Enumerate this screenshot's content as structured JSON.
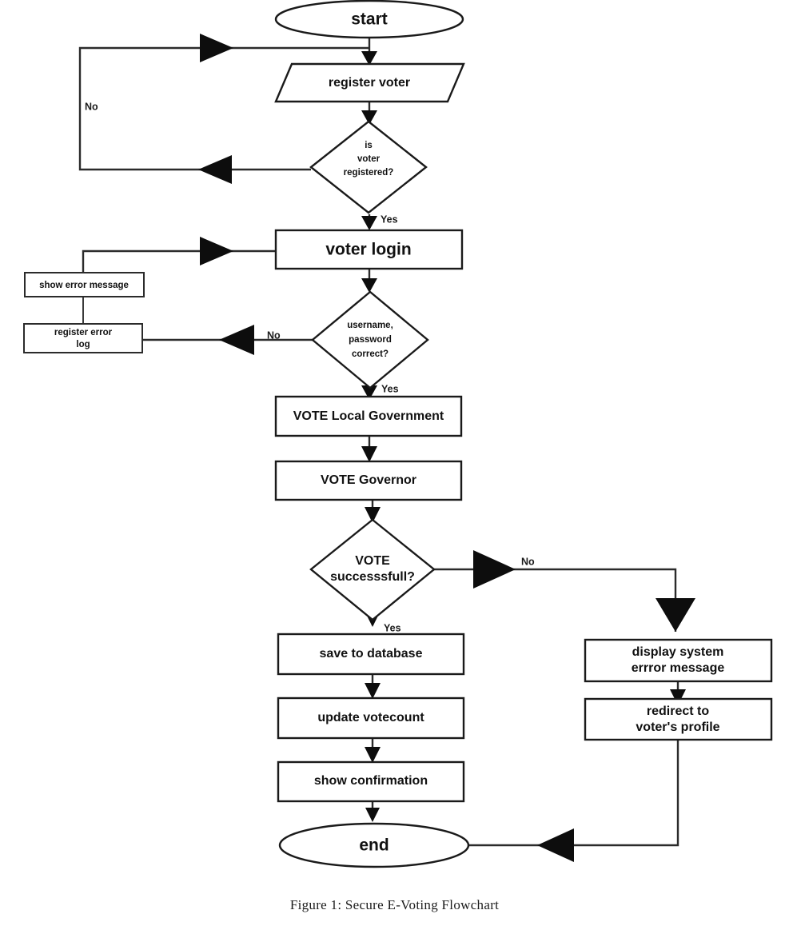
{
  "figure": {
    "caption": "Figure 1:  Secure E-Voting Flowchart"
  },
  "chart_data": {
    "type": "diagram",
    "diagram_type": "flowchart",
    "title": "Secure E-Voting Flowchart",
    "orientation": "top-to-bottom",
    "nodes": [
      {
        "id": "start",
        "label": "start",
        "shape": "ellipse"
      },
      {
        "id": "register_voter",
        "label": "register voter",
        "shape": "parallelogram"
      },
      {
        "id": "is_registered",
        "label": "is voter registered?",
        "shape": "diamond"
      },
      {
        "id": "voter_login",
        "label": "voter login",
        "shape": "rectangle"
      },
      {
        "id": "creds_correct",
        "label": "username, password correct?",
        "shape": "diamond"
      },
      {
        "id": "register_error_log",
        "label": "register error log",
        "shape": "rectangle"
      },
      {
        "id": "show_error_message",
        "label": "show error message",
        "shape": "rectangle"
      },
      {
        "id": "vote_local_government",
        "label": "VOTE Local Government",
        "shape": "rectangle"
      },
      {
        "id": "vote_governor",
        "label": "VOTE Governor",
        "shape": "rectangle"
      },
      {
        "id": "vote_successful",
        "label": "VOTE successsfull?",
        "shape": "diamond"
      },
      {
        "id": "save_to_database",
        "label": "save to database",
        "shape": "rectangle"
      },
      {
        "id": "update_votecount",
        "label": "update votecount",
        "shape": "rectangle"
      },
      {
        "id": "show_confirmation",
        "label": "show confirmation",
        "shape": "rectangle"
      },
      {
        "id": "display_system_error",
        "label": "display system errror message",
        "shape": "rectangle"
      },
      {
        "id": "redirect_profile",
        "label": "redirect to voter's profile",
        "shape": "rectangle"
      },
      {
        "id": "end",
        "label": "end",
        "shape": "ellipse"
      }
    ],
    "edges": [
      {
        "from": "start",
        "to": "register_voter",
        "label": ""
      },
      {
        "from": "register_voter",
        "to": "is_registered",
        "label": ""
      },
      {
        "from": "is_registered",
        "to": "voter_login",
        "label": "Yes"
      },
      {
        "from": "is_registered",
        "to": "register_voter",
        "label": "No"
      },
      {
        "from": "voter_login",
        "to": "creds_correct",
        "label": ""
      },
      {
        "from": "creds_correct",
        "to": "vote_local_government",
        "label": "Yes"
      },
      {
        "from": "creds_correct",
        "to": "register_error_log",
        "label": "No"
      },
      {
        "from": "register_error_log",
        "to": "show_error_message",
        "label": ""
      },
      {
        "from": "show_error_message",
        "to": "voter_login",
        "label": ""
      },
      {
        "from": "vote_local_government",
        "to": "vote_governor",
        "label": ""
      },
      {
        "from": "vote_governor",
        "to": "vote_successful",
        "label": ""
      },
      {
        "from": "vote_successful",
        "to": "save_to_database",
        "label": "Yes"
      },
      {
        "from": "vote_successful",
        "to": "display_system_error",
        "label": "No"
      },
      {
        "from": "save_to_database",
        "to": "update_votecount",
        "label": ""
      },
      {
        "from": "update_votecount",
        "to": "show_confirmation",
        "label": ""
      },
      {
        "from": "show_confirmation",
        "to": "end",
        "label": ""
      },
      {
        "from": "display_system_error",
        "to": "redirect_profile",
        "label": ""
      },
      {
        "from": "redirect_profile",
        "to": "end",
        "label": ""
      }
    ],
    "colors": {
      "shape_fill": "#ffffff",
      "shape_stroke": "#1a1a1a",
      "connector": "#2b2b2b",
      "arrowhead": "#0d0d0d",
      "text": "#111111",
      "background": "#ffffff"
    }
  },
  "nodes": {
    "start": {
      "label": "start"
    },
    "register_voter": {
      "label": "register voter"
    },
    "is_registered": {
      "line1": "is",
      "line2": "voter",
      "line3": "registered?"
    },
    "voter_login": {
      "label": "voter login"
    },
    "creds_correct": {
      "line1": "username,",
      "line2": "password",
      "line3": "correct?"
    },
    "show_error_message": {
      "label": "show error message"
    },
    "register_error_log": {
      "line1": "register error",
      "line2": "log"
    },
    "vote_local_government": {
      "label": "VOTE Local Government"
    },
    "vote_governor": {
      "label": "VOTE Governor"
    },
    "vote_successful": {
      "line1": "VOTE",
      "line2": "successsfull?"
    },
    "save_to_database": {
      "label": "save to database"
    },
    "update_votecount": {
      "label": "update votecount"
    },
    "show_confirmation": {
      "label": "show confirmation"
    },
    "display_system_error": {
      "line1": "display system",
      "line2": "errror message"
    },
    "redirect_profile": {
      "line1": "redirect to",
      "line2": "voter's profile"
    },
    "end": {
      "label": "end"
    }
  },
  "edge_labels": {
    "registered_no": "No",
    "registered_yes": "Yes",
    "creds_no": "No",
    "creds_yes": "Yes",
    "vote_no": "No",
    "vote_yes": "Yes"
  }
}
